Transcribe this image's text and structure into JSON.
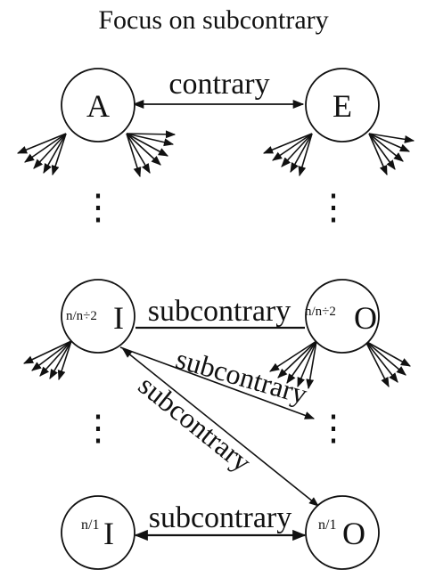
{
  "title": "Focus on subcontrary",
  "nodes": {
    "A": {
      "label": "A"
    },
    "E": {
      "label": "E"
    },
    "I_top": {
      "prefix": "n/n÷2",
      "label": "I"
    },
    "O_top": {
      "prefix": "n/n÷2",
      "label": "O"
    },
    "I_bottom": {
      "prefix": "n/1",
      "label": "I"
    },
    "O_bottom": {
      "prefix": "n/1",
      "label": "O"
    }
  },
  "edges": {
    "contrary": "contrary",
    "subcontrary_top": "subcontrary",
    "subcontrary_mid": "subcontrary",
    "subcontrary_diag": "subcontrary",
    "subcontrary_bottom": "subcontrary"
  },
  "ellipsis": "⋮"
}
